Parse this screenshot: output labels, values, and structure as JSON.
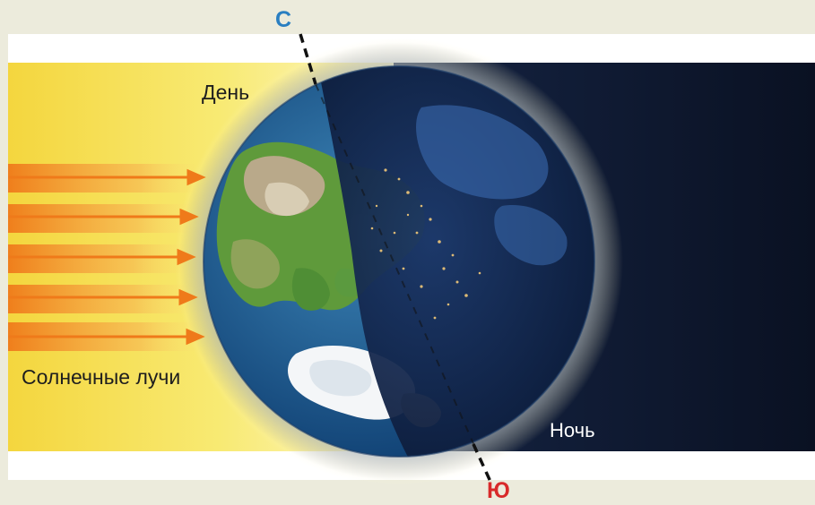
{
  "labels": {
    "day": "День",
    "night": "Ночь",
    "sun_rays": "Солнечные лучи",
    "north": "С",
    "south": "Ю"
  },
  "colors": {
    "background": "#ecebdc",
    "day_side": "#f6e565",
    "night_side": "#0d1528",
    "rays": "#ef7a1a",
    "north_pole": "#2a7fc1",
    "south_pole": "#d82a2a"
  },
  "ray_count": 5
}
